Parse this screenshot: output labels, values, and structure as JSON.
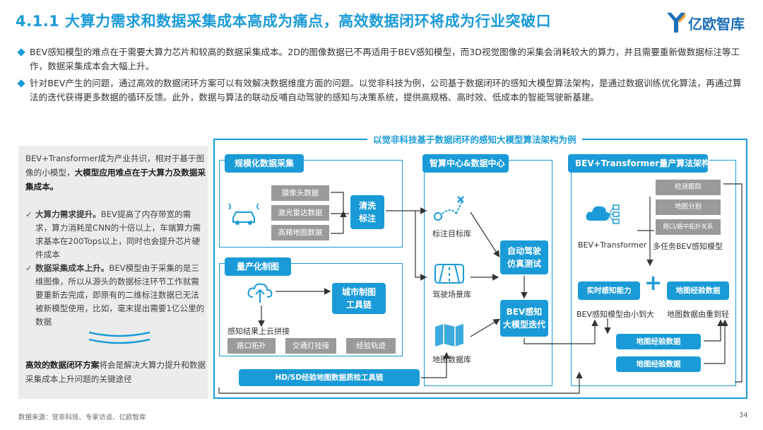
{
  "header": {
    "title": "4.1.1 大算力需求和数据采集成本高成为痛点，高效数据闭环将成为行业突破口",
    "logo_text": "亿欧智库"
  },
  "bullets": [
    "BEV感知模型的难点在于需要大算力芯片和较高的数据采集成本。2D的图像数据已不再适用于BEV感知模型，而3D视觉图像的采集会消耗较大的算力，并且需要重新做数据标注等工作，数据采集成本会大幅上升。",
    "针对BEV产生的问题，通过高效的数据闭环方案可以有效解决数据维度方面的问题。以觉非科技为例，公司基于数据闭环的感知大模型算法架构，是通过数据训练优化算法，再通过算法的迭代获得更多数据的循环反馈。此外，数据与算法的联动反哺自动驾驶的感知与决策系统，提供高规格、高时效、低成本的智能驾驶新基建。"
  ],
  "left_panel": {
    "intro_plain": "BEV+Transformer成为产业共识，相对于基于图像的小模型，",
    "intro_bold": "大模型应用难点在于大算力及数据采集成本。",
    "item1_bold": "大算力需求提升。",
    "item1_text": "BEV提高了内存带宽的需求，算力消耗是CNN的十倍以上，车端算力需求基本在200Tops以上，同时也会提升芯片硬件成本",
    "item2_bold": "数据采集成本上升。",
    "item2_text": "BEV模型由于采集的是三维图像，所以从源头的数据标注环节工作就需要重新去完成，即原有的二维标注数据已无法被新模型使用，比如，毫末提出需要1亿公里的数据",
    "conclusion_bold": "高效的数据闭环方案",
    "conclusion_text": "将会是解决大算力提升和数据采集成本上升问题的关键途径"
  },
  "diagram": {
    "frame_title": "以觉非科技基于数据闭环的感知大模型算法架构为例",
    "sec_collect": "规模化数据采集",
    "collect_items": [
      "摄像头数据",
      "激光雷达数据",
      "高精地图数据"
    ],
    "clean_label": "清洗标注",
    "sec_mapping": "量产化制图",
    "city_map_label": "城市制图工具链",
    "perception_label": "感知结果上云拼接",
    "map_items": [
      "路口拓扑",
      "交通灯挂接",
      "经验轨迹"
    ],
    "toolchain_label": "HD/SD经验地图数据质检工具链",
    "sec_compute": "智算中心&数据中心",
    "compute_labels": [
      "标注目标库",
      "驾驶场景库",
      "地图数据库"
    ],
    "sim_label": "自动驾驶仿真测试",
    "bev_iter_label": "BEV感知大模型迭代",
    "sec_arch": "BEV+Transformer量产算法架构",
    "arch_tags": [
      "检测跟踪",
      "地图分割",
      "路口/路中拓扑关系"
    ],
    "bev_transformer_label": "BEV+Transformer",
    "multitask_label": "多任务BEV感知模型",
    "realtime_label": "实时感知能力",
    "map_exp_label": "地图经验数据",
    "model_small_label": "BEV感知模型由小到大",
    "map_data_label": "地图数据由重到轻",
    "map_exp_items": [
      "地图经验数据",
      "地图经验数据"
    ]
  },
  "footer": {
    "source": "数据来源：觉非科技、专家访谈、亿欧智库",
    "page": "34"
  },
  "colors": {
    "accent": "#1a9bd7",
    "grey_box": "#9a9a9a",
    "panel_bg": "#ececec"
  }
}
